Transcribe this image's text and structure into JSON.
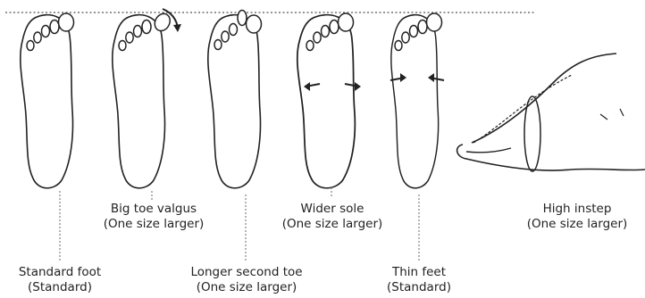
{
  "colors": {
    "ink": "#222222",
    "guide": "#555555",
    "background": "#ffffff"
  },
  "feet": [
    {
      "name": "Standard foot",
      "size_note": "(Standard)",
      "feature": "standard"
    },
    {
      "name": "Big toe valgus",
      "size_note": "(One size larger)",
      "feature": "big-toe-tilted-outward"
    },
    {
      "name": "Longer second toe",
      "size_note": "(One size larger)",
      "feature": "second-toe-longest"
    },
    {
      "name": "Wider sole",
      "size_note": "(One size larger)",
      "feature": "arrows-pointing-outward"
    },
    {
      "name": "Thin feet",
      "size_note": "(Standard)",
      "feature": "arrows-pointing-inward"
    },
    {
      "name": "High instep",
      "size_note": "(One size larger)",
      "feature": "side-view-with-measuring-loop"
    }
  ]
}
